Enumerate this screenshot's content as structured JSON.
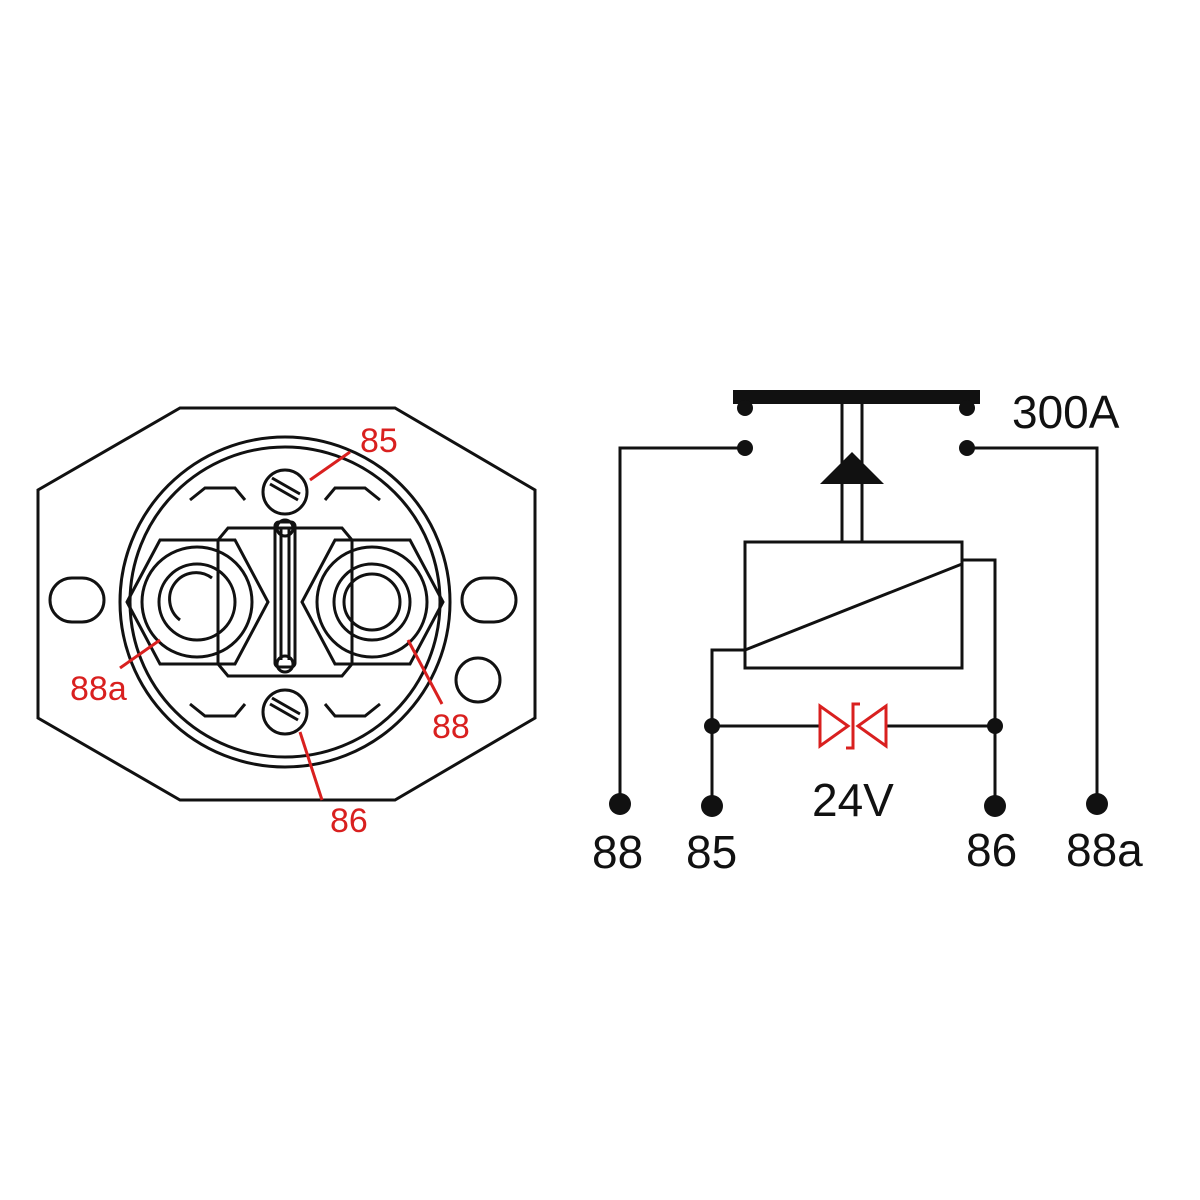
{
  "device_labels": {
    "top": "85",
    "bottom": "86",
    "left": "88a",
    "right": "88"
  },
  "schematic": {
    "rating": "300A",
    "coil_voltage": "24V",
    "terminals": [
      "88",
      "85",
      "86",
      "88a"
    ]
  },
  "colors": {
    "line": "#111111",
    "accent": "#d9201f",
    "background": "#ffffff"
  }
}
